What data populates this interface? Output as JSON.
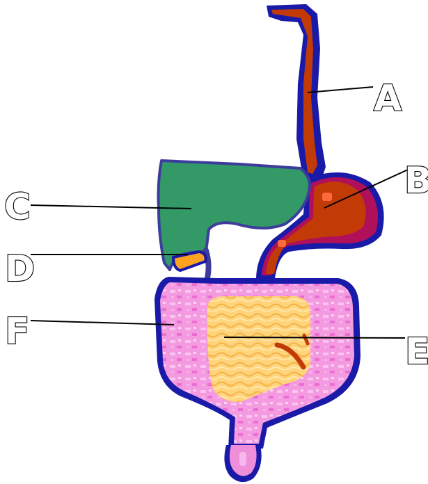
{
  "labels": {
    "a": "A",
    "b": "B",
    "c": "C",
    "d": "D",
    "e": "E",
    "f": "F"
  },
  "colors": {
    "outline": "#1a1aa8",
    "esophagus": "#c23b06",
    "stomach_outer": "#b0105a",
    "liver": "#339966",
    "gallbladder": "#ffa21f",
    "large_intestine": "#f39ae0",
    "small_intestine": "#ffd47a",
    "rectum": "#ef8ed9"
  }
}
